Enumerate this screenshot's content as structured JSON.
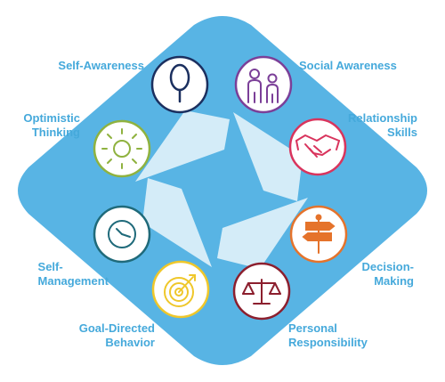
{
  "colors": {
    "diamond": "#58b4e4",
    "center_shape": "#d4ecf8",
    "label": "#45a9db"
  },
  "competencies": [
    {
      "id": "self-awareness",
      "lines": [
        "Self-Awareness"
      ],
      "icon": "hand-mirror-icon",
      "ring_color": "#1b2f5f"
    },
    {
      "id": "social-awareness",
      "lines": [
        "Social Awareness"
      ],
      "icon": "people-icon",
      "ring_color": "#7b3f98"
    },
    {
      "id": "optimistic-thinking",
      "lines": [
        "Optimistic",
        "Thinking"
      ],
      "icon": "sun-icon",
      "ring_color": "#8fb23f"
    },
    {
      "id": "relationship-skills",
      "lines": [
        "Relationship",
        "Skills"
      ],
      "icon": "handshake-icon",
      "ring_color": "#d9345d"
    },
    {
      "id": "self-management",
      "lines": [
        "Self-",
        "Management"
      ],
      "icon": "clock-icon",
      "ring_color": "#1f6a7a"
    },
    {
      "id": "decision-making",
      "lines": [
        "Decision-",
        "Making"
      ],
      "icon": "signpost-icon",
      "ring_color": "#e5732b"
    },
    {
      "id": "goal-directed-behavior",
      "lines": [
        "Goal-Directed",
        "Behavior"
      ],
      "icon": "target-icon",
      "ring_color": "#efc72a"
    },
    {
      "id": "personal-responsibility",
      "lines": [
        "Personal",
        "Responsibility"
      ],
      "icon": "scales-icon",
      "ring_color": "#8c1f2e"
    }
  ]
}
